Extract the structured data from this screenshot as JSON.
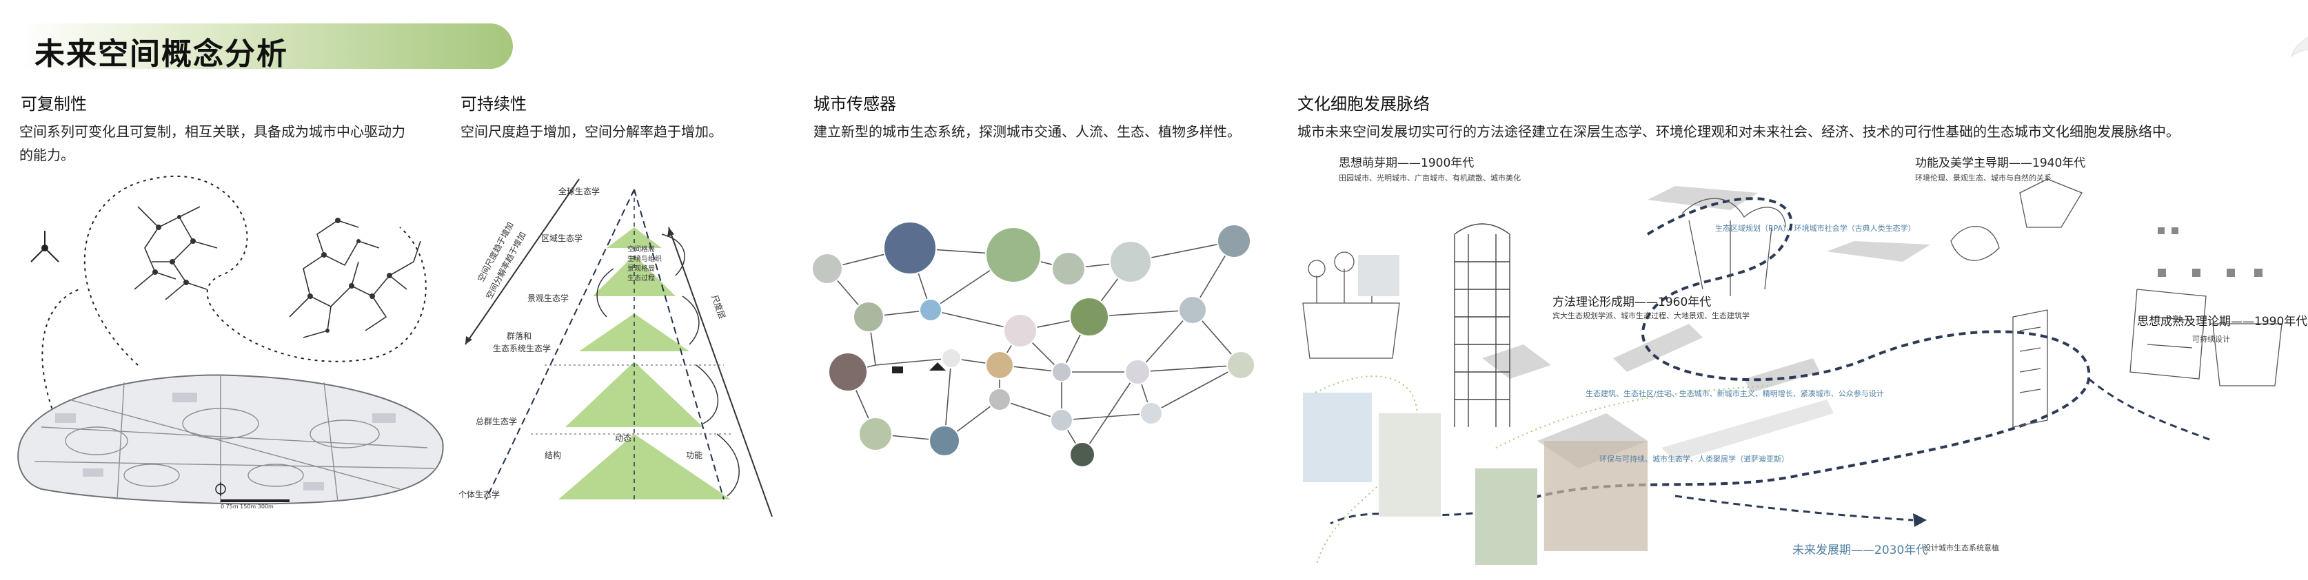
{
  "header": {
    "title": "未来空间概念分析"
  },
  "sections": [
    {
      "title": "可复制性",
      "desc_line1": "空间系列可变化且可复制，相互关联，具备成为城市中心驱动力",
      "desc_line2": "的能力。"
    },
    {
      "title": "可持续性",
      "desc": "空间尺度趋于增加，空间分解率趋于增加。"
    },
    {
      "title": "城市传感器",
      "desc": "建立新型的城市生态系统，探测城市交通、人流、生态、植物多样性。"
    },
    {
      "title": "文化细胞发展脉络",
      "desc": "城市未来空间发展切实可行的方法途径建立在深层生态学、环境伦理观和对未来社会、经济、技术的可行性基础的生态城市文化细胞发展脉络中。"
    }
  ],
  "pyramid": {
    "levels": [
      "全球生态学",
      "区域生态学",
      "景观生态学",
      "群落和",
      "生态系统生态学",
      "总群生态学",
      "个体生态学"
    ],
    "inner_labels": [
      "空间格局",
      "生境与组织",
      "景观格局",
      "生态过程"
    ],
    "bottom_labels": [
      "结构",
      "动态",
      "功能"
    ],
    "left_axis_1": "空间尺度趋于增加",
    "left_axis_2": "空间分解率趋于增加",
    "right_axis": "尺度层"
  },
  "timeline": {
    "p1900": {
      "label": "思想萌芽期——1900年代",
      "sub": "田园城市、光明城市、广亩城市、有机疏散、城市美化"
    },
    "p1940": {
      "label": "功能及美学主导期——1940年代",
      "sub": "环境伦理、景观生态、城市与自然的关系"
    },
    "rpa": {
      "label": "生态区域规划（RPA）、环境城市社会学（古典人类生态学）"
    },
    "p1960": {
      "label": "方法理论形成期——1960年代",
      "sub": "宾大生态规划学派、城市生态过程、大地景观、生态建筑学"
    },
    "p1990": {
      "label": "思想成熟及理论期——1990年代",
      "sub": "可持续设计"
    },
    "mid": {
      "label": "生态建筑、生态社区/住宅、生态城市、新城市主义、精明增长、紧凑城市、公众参与设计"
    },
    "env": {
      "label": "环保与可持续、城市生态学、人类聚居学（道萨迪亚斯）"
    },
    "p2030": {
      "label": "未来发展期——2030年代",
      "sub": "设计城市生态系统意植"
    }
  },
  "scale_text": "0 75m 150m 300m",
  "colors": {
    "accent_green": "#a6c77c",
    "pyramid_green": "#b6d88f",
    "timeline_blue": "#4f7fa3",
    "dark_navy": "#2a3850"
  }
}
